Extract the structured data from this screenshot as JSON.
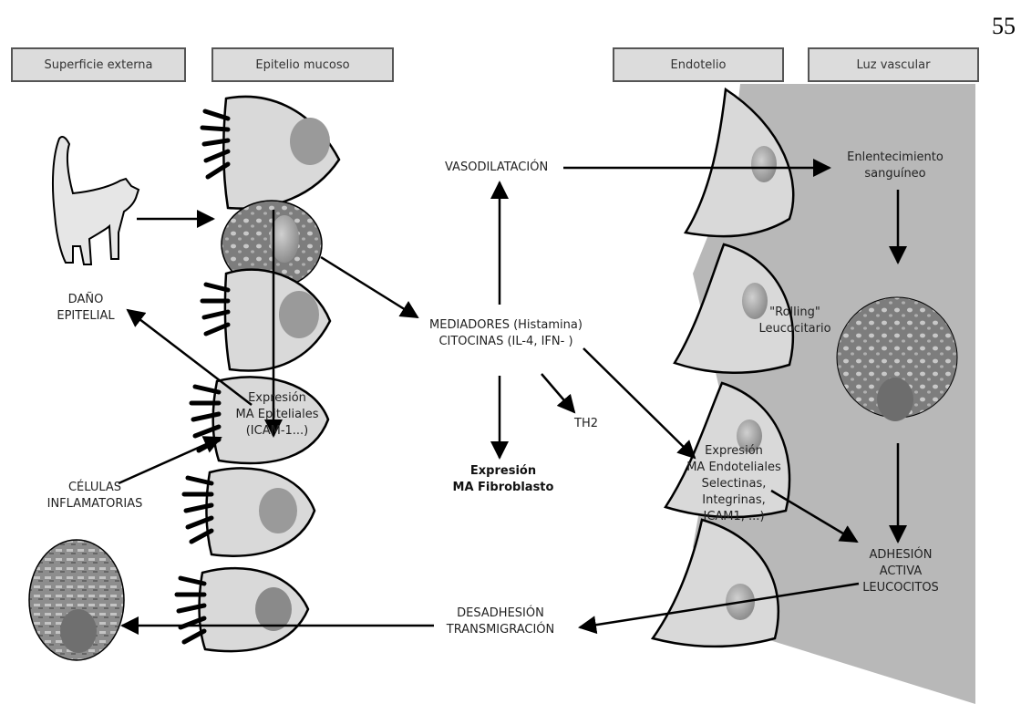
{
  "page_number": "55",
  "headers": {
    "surface": "Superficie externa",
    "epithelium": "Epitelio mucoso",
    "endothelium": "Endotelio",
    "lumen": "Luz vascular"
  },
  "labels": {
    "vasodilation": "VASODILATACIÓN",
    "slowing_1": "Enlentecimiento",
    "slowing_2": "sanguíneo",
    "damage_1": "DAÑO",
    "damage_2": "EPITELIAL",
    "mediators_1": "MEDIADORES (Histamina)",
    "mediators_2": "CITOCINAS (IL-4, IFN- )",
    "rolling_1": "\"Rolling\"",
    "rolling_2": "Leucocitario",
    "epi_expr_1": "Expresión",
    "epi_expr_2": "MA Epiteliales",
    "epi_expr_3": "(ICAM-1...)",
    "th2": "TH2",
    "endo_expr_1": "Expresión",
    "endo_expr_2": "MA Endoteliales",
    "endo_expr_3": "Selectinas,",
    "endo_expr_4": "Integrinas,",
    "endo_expr_5": "ICAM1, ...)",
    "fibro_1": "Expresión",
    "fibro_2": "MA Fibroblasto",
    "inflam_1": "CÉLULAS",
    "inflam_2": "INFLAMATORIAS",
    "adhesion_1": "ADHESIÓN",
    "adhesion_2": "ACTIVA",
    "adhesion_3": "LEUCOCITOS",
    "transmig_1": "DESADHESIÓN",
    "transmig_2": "TRANSMIGRACIÓN"
  },
  "colors": {
    "lumen_bg": "#b8b8b8",
    "cell_fill": "#d9d9d9",
    "nucleus": "#9a9a9a",
    "stroke": "#000000"
  },
  "icons": {
    "cat": "cat-silhouette-icon"
  }
}
